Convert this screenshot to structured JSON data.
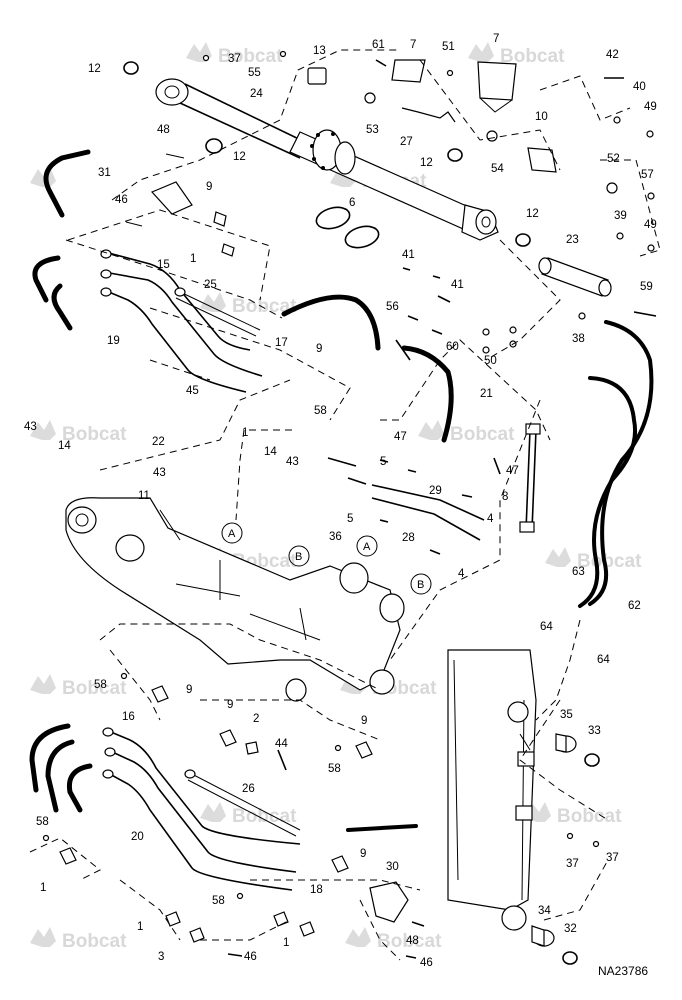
{
  "figure_code": "NA23786",
  "watermark": "Bobcat",
  "circle_labels": [
    "A",
    "B"
  ],
  "callouts": {
    "c1": "1",
    "c2": "2",
    "c3": "3",
    "c4": "4",
    "c5": "5",
    "c6": "6",
    "c7": "7",
    "c8": "8",
    "c9": "9",
    "c10": "10",
    "c11": "11",
    "c12": "12",
    "c13": "13",
    "c14": "14",
    "c15": "15",
    "c16": "16",
    "c17": "17",
    "c18": "18",
    "c19": "19",
    "c20": "20",
    "c21": "21",
    "c22": "22",
    "c23": "23",
    "c24": "24",
    "c25": "25",
    "c26": "26",
    "c27": "27",
    "c28": "28",
    "c29": "29",
    "c30": "30",
    "c31": "31",
    "c32": "32",
    "c33": "33",
    "c34": "34",
    "c35": "35",
    "c36": "36",
    "c37": "37",
    "c38": "38",
    "c39": "39",
    "c40": "40",
    "c41": "41",
    "c42": "42",
    "c43": "43",
    "c44": "44",
    "c45": "45",
    "c46": "46",
    "c47": "47",
    "c48": "48",
    "c49": "49",
    "c50": "50",
    "c51": "51",
    "c52": "52",
    "c53": "53",
    "c54": "54",
    "c55": "55",
    "c56": "56",
    "c57": "57",
    "c58": "58",
    "c59": "59",
    "c60": "60",
    "c61": "61",
    "c62": "62",
    "c63": "63",
    "c64": "64"
  }
}
